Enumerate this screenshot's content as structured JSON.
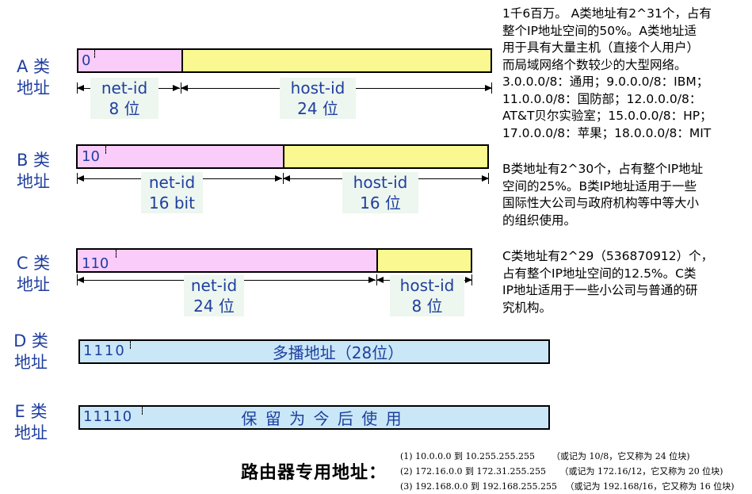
{
  "classes": {
    "a": {
      "label_line1": "A 类",
      "label_line2": "地址",
      "bits": "0",
      "net_name": "net-id",
      "net_size": "8 位",
      "host_name": "host-id",
      "host_size": "24 位"
    },
    "b": {
      "label_line1": "B 类",
      "label_line2": "地址",
      "bits": "10",
      "net_name": "net-id",
      "net_size": "16 bit",
      "host_name": "host-id",
      "host_size": "16 位"
    },
    "c": {
      "label_line1": "C 类",
      "label_line2": "地址",
      "bits": "110",
      "net_name": "net-id",
      "net_size": "24 位",
      "host_name": "host-id",
      "host_size": "8 位"
    },
    "d": {
      "label_line1": "D 类",
      "label_line2": "地址",
      "bits": "1110",
      "content": "多播地址（28位）"
    },
    "e": {
      "label_line1": "E 类",
      "label_line2": "地址",
      "bits": "11110",
      "content": "保 留 为 今 后 使 用"
    }
  },
  "notes": {
    "a": [
      "1千6百万。 A类地址有2^31个，占有",
      "整个IP地址空间的50%。A类地址适",
      "用于具有大量主机（直接个人用户）",
      "而局域网络个数较少的大型网络。",
      "3.0.0.0/8：通用；9.0.0.0/8：IBM；",
      "11.0.0.0/8：国防部；12.0.0.0/8：",
      "AT&T贝尔实验室；15.0.0.0/8：HP；",
      "17.0.0.0/8：苹果；18.0.0.0/8：MIT"
    ],
    "b": [
      "B类地址有2^30个，占有整个IP地址",
      "空间的25%。B类IP地址适用于一些",
      "国际性大公司与政府机构等中等大小",
      "的组织使用。"
    ],
    "c": [
      "C类地址有2^29（536870912）个，",
      "占有整个IP地址空间的12.5%。C类",
      "IP地址适用于一些小公司与普通的研",
      "究机构。"
    ]
  },
  "router": {
    "title": "路由器专用地址：",
    "ranges": [
      "(1) 10.0.0.0 到 10.255.255.255      （或记为 10/8，它又称为 24 位块)",
      "(2) 172.16.0.0 到 172.31.255.255     （或记为 172.16/12，它又称为 20 位块)",
      "(3) 192.168.0.0 到 192.168.255.255   （或记为 192.168/16，它又称为 16 位块)"
    ]
  },
  "colors": {
    "net_field": "#f9ccf9",
    "host_field": "#faf991",
    "special_field": "#c9e7f7",
    "label_text": "#1f3f9f"
  }
}
